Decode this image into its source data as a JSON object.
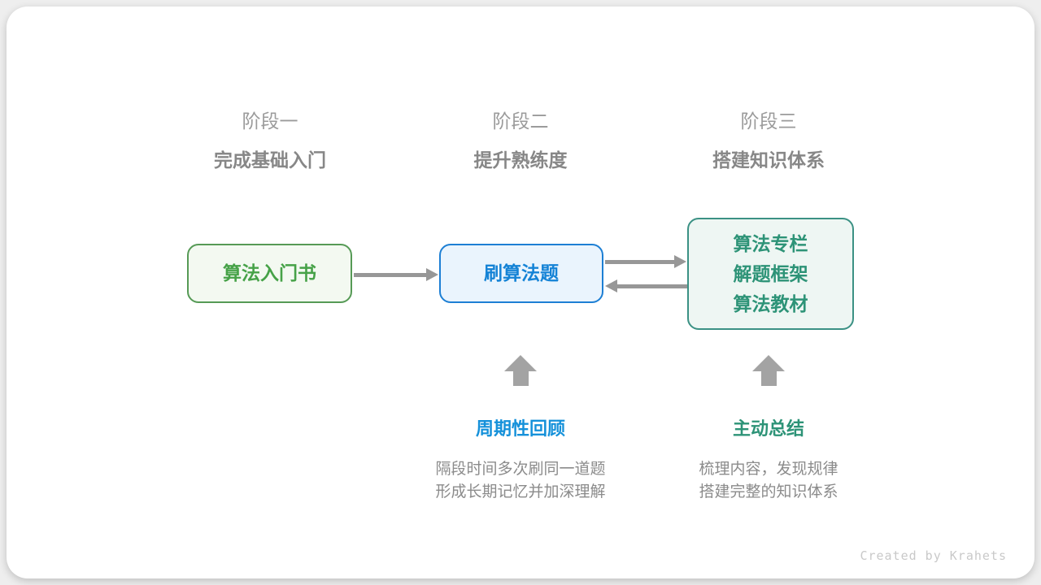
{
  "canvas": {
    "outer_bg_color": "#eeeeee",
    "card_bg_color": "#ffffff"
  },
  "stages": [
    {
      "label": "阶段一",
      "subtitle": "完成基础入门"
    },
    {
      "label": "阶段二",
      "subtitle": "提升熟练度"
    },
    {
      "label": "阶段三",
      "subtitle": "搭建知识体系"
    }
  ],
  "nodes": [
    {
      "id": "intro-book",
      "lines": {
        "0": "算法入门书"
      },
      "text_color": "#46a248",
      "border_color": "#569a56",
      "bg_color": "#f3f9f1"
    },
    {
      "id": "practice-problems",
      "lines": {
        "0": "刷算法题"
      },
      "text_color": "#1583d6",
      "border_color": "#1d7fd4",
      "bg_color": "#eaf4fd"
    },
    {
      "id": "knowledge-system",
      "lines": {
        "0": "算法专栏",
        "1": "解题框架",
        "2": "算法教材"
      },
      "text_color": "#2d9377",
      "border_color": "#3b9184",
      "bg_color": "#eef6f3"
    }
  ],
  "annotations": [
    {
      "title": "周期性回顾",
      "title_color": "#1591da",
      "line1": "隔段时间多次刷同一道题",
      "line2": "形成长期记忆并加深理解"
    },
    {
      "title": "主动总结",
      "title_color": "#2d9377",
      "line1": "梳理内容，发现规律",
      "line2": "搭建完整的知识体系"
    }
  ],
  "arrows": {
    "color": "#979797",
    "up_arrow_color": "#a3a3a3"
  },
  "credit": "Created by Krahets"
}
